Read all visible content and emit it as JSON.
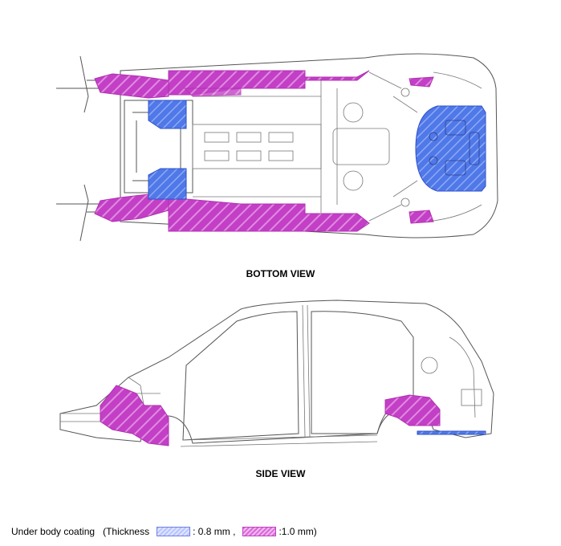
{
  "captions": {
    "bottom": "BOTTOM VIEW",
    "side": "SIDE VIEW"
  },
  "legend": {
    "prefix": "Under body coating",
    "open": "(Thickness",
    "blue_value": ": 0.8 mm ,",
    "magenta_value": ":1.0 mm)"
  },
  "colors": {
    "coating_0_8mm": "#4f78e8",
    "coating_1_0mm": "#c23fc6",
    "line": "#555555"
  }
}
